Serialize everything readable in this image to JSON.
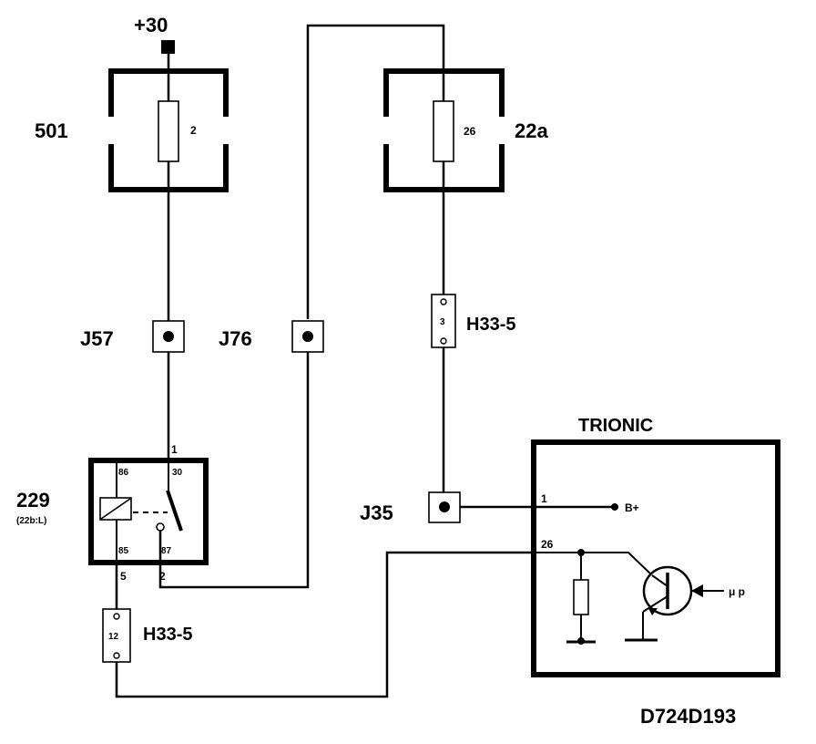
{
  "supply": {
    "label": "+30"
  },
  "fuse_block_1": {
    "label": "501",
    "fuse_number": "2"
  },
  "fuse_block_2": {
    "label": "22a",
    "fuse_number": "26"
  },
  "junctions": {
    "j57": "J57",
    "j76": "J76",
    "j35": "J35"
  },
  "connector_top": {
    "label": "H33-5",
    "pin": "3"
  },
  "connector_bottom": {
    "label": "H33-5",
    "pin": "12"
  },
  "relay": {
    "label": "229",
    "sublabel": "(22b:L)",
    "pins": {
      "p86": "86",
      "p30": "30",
      "p85": "85",
      "p87": "87",
      "w1": "1",
      "w5": "5",
      "w2": "2"
    }
  },
  "ecu": {
    "title": "TRIONIC",
    "pin1": "1",
    "pin26": "26",
    "bplus": "B+",
    "up": "μ p"
  },
  "diagram_id": "D724D193"
}
